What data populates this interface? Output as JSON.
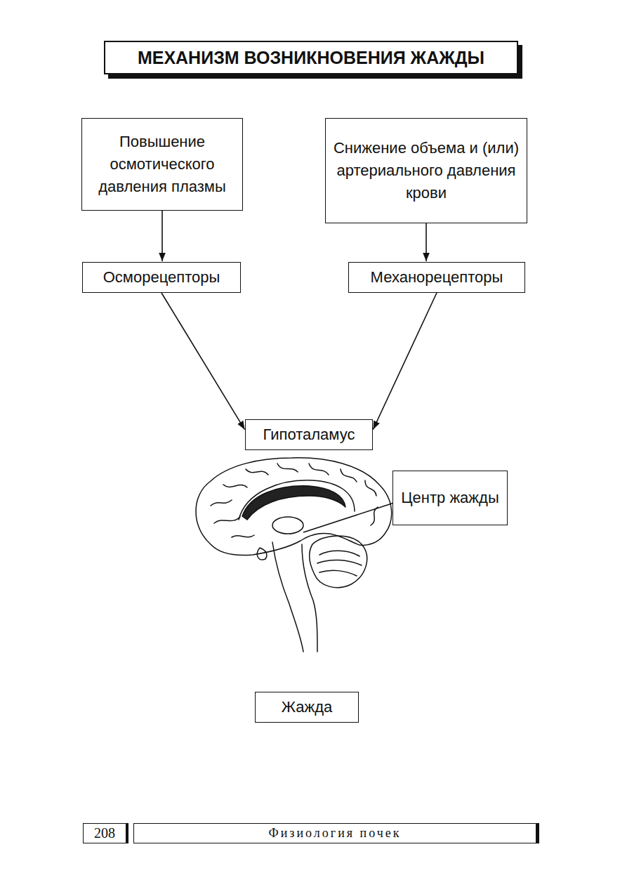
{
  "diagram": {
    "title": "МЕХАНИЗМ ВОЗНИКНОВЕНИЯ ЖАЖДЫ",
    "nodes": [
      {
        "text": [
          "Повышение осмотического давления плазмы"
        ]
      },
      {
        "text": [
          "Снижение объема и (или) артериального давления крови"
        ]
      },
      {
        "text": [
          "Осморецепторы"
        ]
      },
      {
        "text": [
          "Механорецепторы"
        ]
      },
      {
        "text": [
          "Гипоталамус"
        ]
      },
      {
        "text": [
          "Центр жажды"
        ]
      },
      {
        "text": [
          "Жажда"
        ]
      }
    ],
    "edges": [
      {
        "from": 0,
        "to": 2,
        "arrow": "to"
      },
      {
        "from": 1,
        "to": 3,
        "arrow": "to"
      },
      {
        "from": 2,
        "to": 4,
        "arrow": "to"
      },
      {
        "from": 3,
        "to": 4,
        "arrow": "to"
      }
    ],
    "labels": [
      "208",
      "Физиология почек"
    ]
  }
}
